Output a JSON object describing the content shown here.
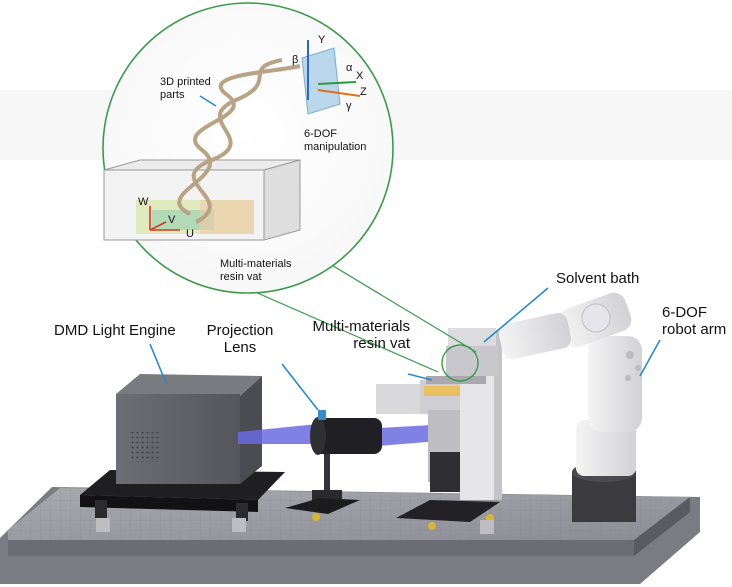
{
  "callout": {
    "parts_label": "3D printed\nparts",
    "manipulation_label": "6-DOF\nmanipulation",
    "vat_label": "Multi-materials\nresin vat",
    "axes": {
      "y": "Y",
      "x": "X",
      "z": "Z",
      "alpha": "α",
      "beta": "β",
      "gamma": "γ"
    },
    "vat_axes": {
      "w": "W",
      "v": "V",
      "u": "U"
    }
  },
  "labels": {
    "dmd": "DMD Light Engine",
    "projection_lens": "Projection\nLens",
    "resin_vat": "Multi-materials\nresin vat",
    "solvent_bath": "Solvent bath",
    "robot_arm": "6-DOF\nrobot arm"
  },
  "colors": {
    "callout_border": "#3a9a4a",
    "light_beam": "#6a6ae0",
    "arrow": "#2a8ac8",
    "platform": "#8a8a92",
    "dna": "#b8a484"
  }
}
